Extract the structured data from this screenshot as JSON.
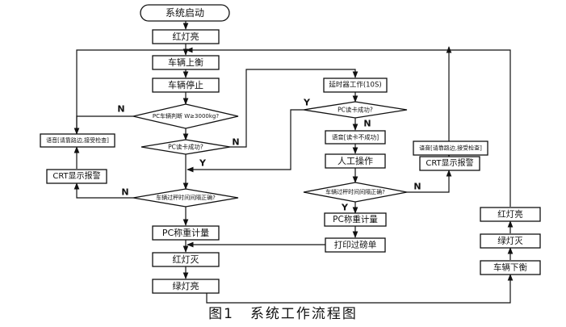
{
  "diagram": {
    "nodes": {
      "start": "系统启动",
      "red_on_1": "红灯亮",
      "vehicle_up": "车辆上衡",
      "vehicle_stop": "车辆停止",
      "weight_check": "PC车辆判断 W≥3000kg?",
      "card_read_1": "PC读卡成功?",
      "voice_left": "语音[请靠路边,接受检查]",
      "crt_left": "CRT显示报警",
      "interval_1": "车辆过秤时间间隔正确?",
      "pc_weigh_1": "PC称重计量",
      "red_off": "红灯灭",
      "green_on_1": "绿灯亮",
      "reader_work": "延时器工作(10S)",
      "card_read_2": "PC读卡成功?",
      "voice_mid": "语音[读卡不成功]",
      "manual": "人工操作",
      "interval_2": "车辆过秤时间间隔正确?",
      "pc_weigh_2": "PC称重计量",
      "print": "打印过磅单",
      "voice_right": "语音[请靠路边,接受检查]",
      "crt_right": "CRT显示报警",
      "red_on_2": "红灯亮",
      "green_off": "绿灯灭",
      "vehicle_down": "车辆下衡"
    },
    "edge_labels": {
      "weight_no": "N",
      "card1_no": "N",
      "card1_yes": "Y",
      "interval1_no": "N",
      "card2_yes": "Y",
      "card2_no": "N",
      "interval2_yes": "Y",
      "interval2_no": "N"
    }
  },
  "caption": {
    "figure_number": "图1",
    "title": "系统工作流程图"
  }
}
